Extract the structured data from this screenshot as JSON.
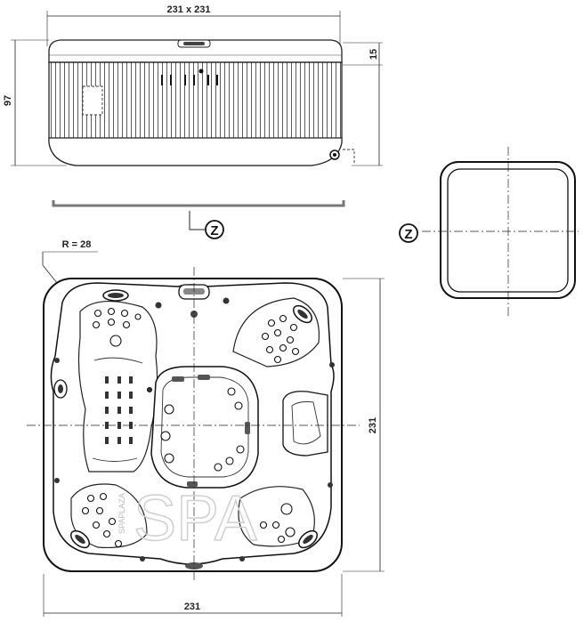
{
  "dimensions": {
    "top_width": "231 x 231",
    "height": "97",
    "lid": "15",
    "right_side": "231",
    "bottom_width": "231",
    "radius": "R = 28"
  },
  "labels": {
    "z_side": "Z",
    "z_square": "Z"
  },
  "watermark": {
    "big": "SPA",
    "small": "SPAPLAZA"
  },
  "icons": {
    "jet": "jet-icon",
    "pillow": "pillow-icon",
    "drain": "drain-icon"
  }
}
